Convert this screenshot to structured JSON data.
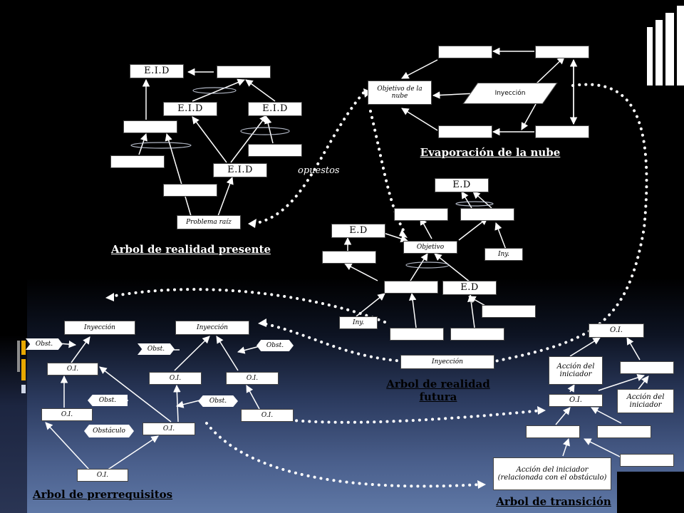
{
  "titles": {
    "present": "Arbol de realidad presente",
    "cloud": "Evaporación de la nube",
    "future_line1": "Arbol de realidad",
    "future_line2": "futura",
    "prereq": "Arbol de prerrequisitos",
    "transition": "Arbol de transición"
  },
  "present_tree": {
    "eid_top": "E.I.D",
    "eid_mid_left": "E.I.D",
    "eid_mid_right": "E.I.D",
    "eid_bottom": "E.I.D",
    "root": "Problema raíz"
  },
  "annotation": {
    "opposites": "opuestos"
  },
  "cloud": {
    "objective": "Objetivo de la nube",
    "injection": "Inyección"
  },
  "future_tree": {
    "ed_top": "E.D",
    "ed_left": "E.D",
    "ed_lower": "E.D",
    "objective": "Objetivo",
    "iny_right": "Iny.",
    "iny_left": "Iny.",
    "injection_bottom": "Inyección"
  },
  "prereq_tree": {
    "injection_left": "Inyección",
    "injection_right": "Inyección",
    "obst_1": "Obst.",
    "obst_2": "Obst.",
    "obst_3": "Obst.",
    "obst_4": "Obst.",
    "obst_5": "Obst.",
    "obstaculo": "Obstáculo",
    "oi_1": "O.I.",
    "oi_2": "O.I.",
    "oi_3": "O.I.",
    "oi_4": "O.I.",
    "oi_5": "O.I.",
    "oi_6": "O.I.",
    "oi_7": "O.I."
  },
  "transition_tree": {
    "oi_top": "O.I.",
    "initiator_action_1": "Acción del iniciador",
    "initiator_action_2": "Acción del iniciador",
    "oi_mid": "O.I.",
    "initiator_action_related": "Acción del iniciador (relacionada con el obstáculo)"
  },
  "colors": {
    "background_top": "#000000",
    "background_bottom": "#5f78a6",
    "box_fill": "#ffffff",
    "connector": "#ffffff",
    "accent_bars": "#e8a800"
  }
}
